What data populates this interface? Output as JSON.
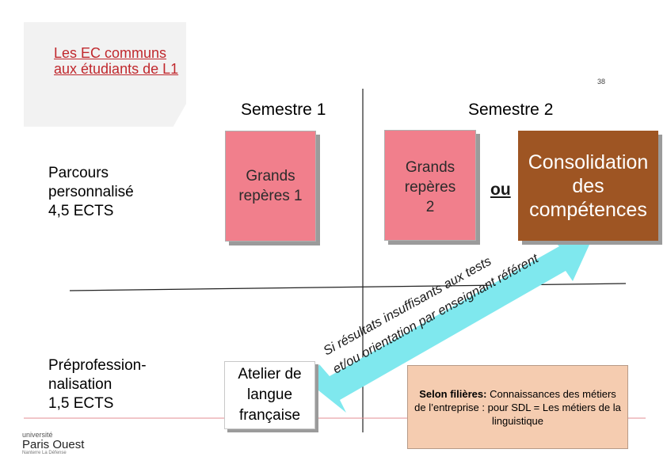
{
  "corner": {
    "title": "Les EC communs aux étudiants de L1"
  },
  "page_number": "38",
  "columns": {
    "sem1": "Semestre 1",
    "sem2": "Semestre 2"
  },
  "rows": {
    "row1_label": [
      "Parcours",
      "personnalisé",
      "4,5 ECTS"
    ],
    "row2_label": [
      "Préprofession-",
      "nalisation",
      "1,5 ECTS"
    ]
  },
  "boxes": {
    "grands1": [
      "Grands",
      "repères 1"
    ],
    "grands2": [
      "Grands",
      "repères",
      "2"
    ],
    "or_label": "ou",
    "consolidation": [
      "Consolidation",
      "des",
      "compétences"
    ],
    "atelier": [
      "Atelier de",
      "langue",
      "française"
    ],
    "filieres_bold": "Selon filières:",
    "filieres_text": " Connaissances des métiers de l’entreprise : pour SDL = Les métiers de la linguistique"
  },
  "arrow": {
    "line1": "Si résultats insuffisants aux tests",
    "line2": "et/ou orientation par enseignant référent",
    "color": "#7fe8ee"
  },
  "logo": {
    "line1": "université",
    "line2": "Paris Ouest",
    "line3": "Nanterre La Défense"
  },
  "colors": {
    "pink": "#f17f8c",
    "brown": "#9e5523",
    "peach": "#f5ccb0",
    "red_title": "#c0282d"
  }
}
